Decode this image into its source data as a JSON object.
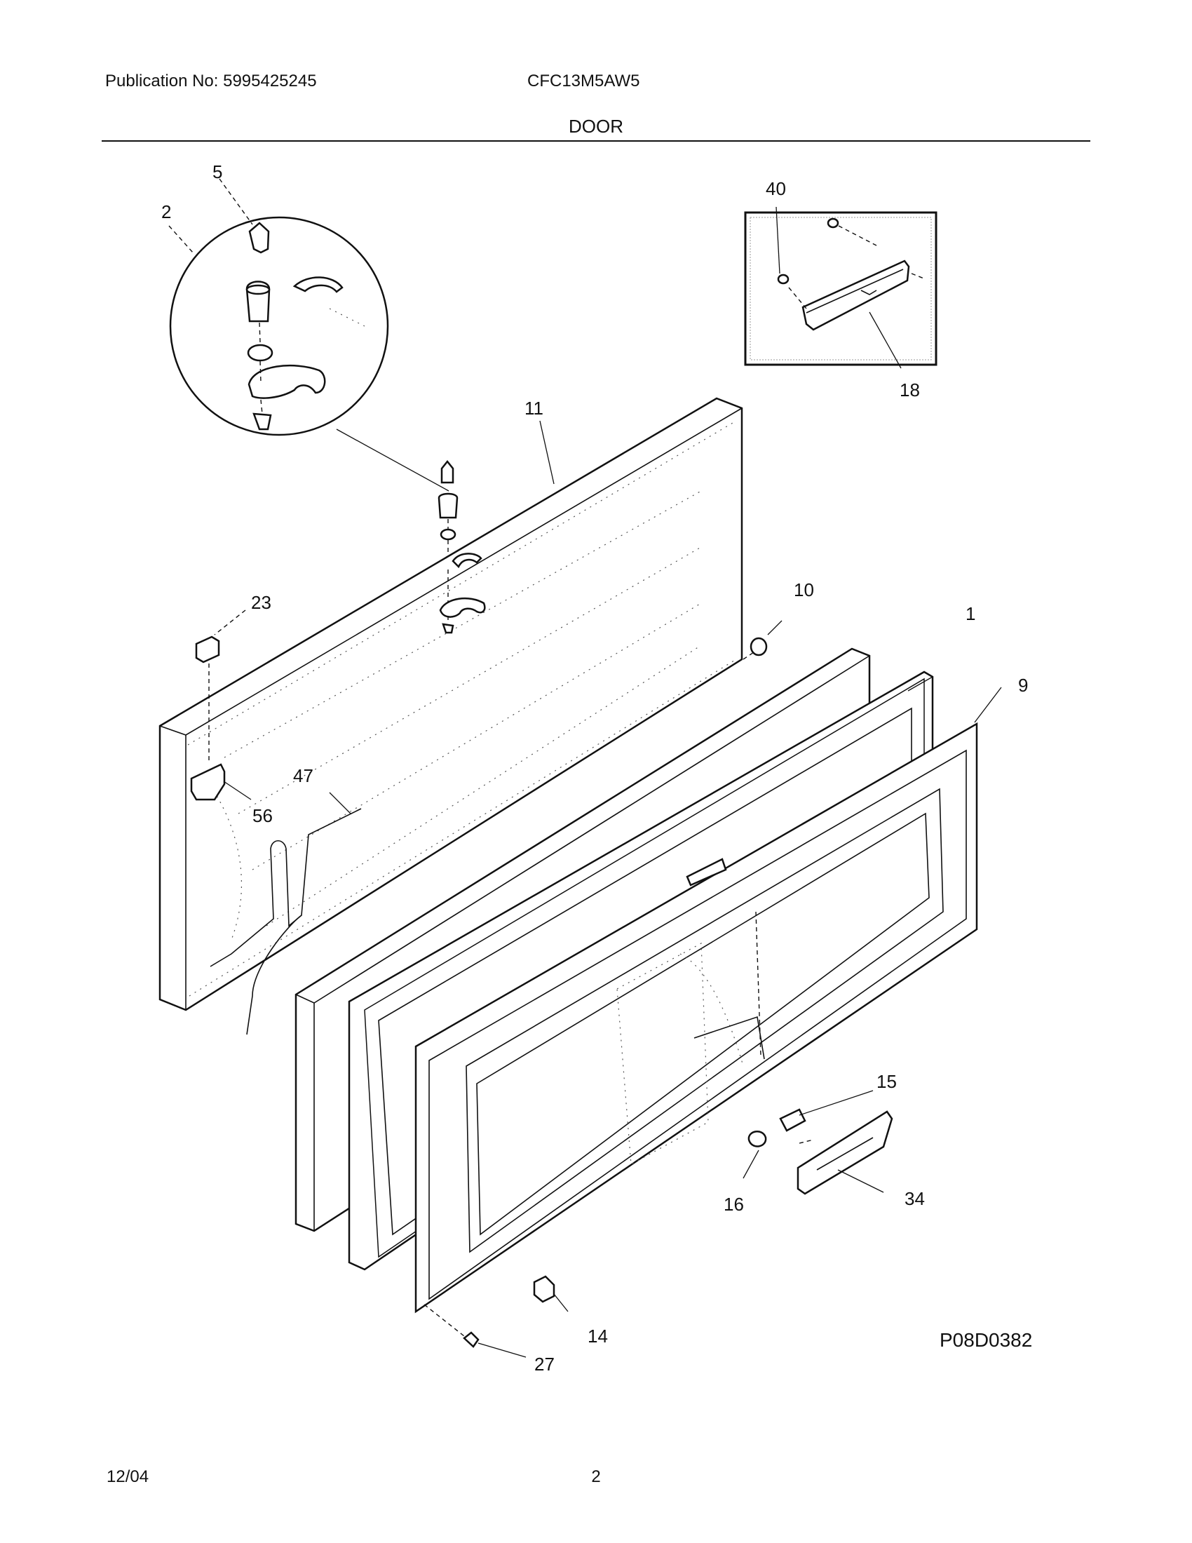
{
  "header": {
    "publication": "Publication No: 5995425245",
    "model": "CFC13M5AW5",
    "title": "DOOR"
  },
  "footer": {
    "date": "12/04",
    "page": "2"
  },
  "diagram": {
    "reference_code": "P08D0382",
    "callouts": [
      "5",
      "2",
      "40",
      "18",
      "11",
      "23",
      "10",
      "1",
      "9",
      "47",
      "56",
      "15",
      "34",
      "16",
      "14",
      "27"
    ]
  }
}
